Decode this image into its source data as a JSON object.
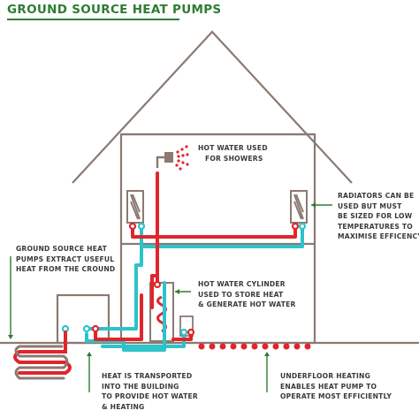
{
  "title": "GROUND SOURCE HEAT PUMPS",
  "labels": {
    "showers": [
      "HOT WATER USED",
      "FOR SHOWERS"
    ],
    "radiators": [
      "RADIATORS CAN BE",
      "USED BUT MUST",
      "BE SIZED FOR LOW",
      "TEMPERATURES TO",
      "MAXIMISE EFFICENCY"
    ],
    "ground": [
      "GROUND SOURCE HEAT",
      "PUMPS EXTRACT USEFUL",
      "HEAT FROM THE CROUND"
    ],
    "cylinder": [
      "HOT WATER CYLINDER",
      "USED TO STORE HEAT",
      "& GENERATE HOT WATER"
    ],
    "transport": [
      "HEAT IS TRANSPORTED",
      "INTO THE BUILDING",
      "TO PROVIDE HOT WATER",
      "& HEATING"
    ],
    "underfloor": [
      "UNDERFLOOR HEATING",
      "ENABLES HEAT PUMP TO",
      "OPERATE MOST EFFICIENTLY"
    ]
  },
  "colors": {
    "title": "#2e7d32",
    "hot_pipe": "#e0252b",
    "cold_pipe": "#2cc3c9",
    "outline": "#8a7a72",
    "leader": "#2e7d32",
    "text": "#3a3a3a"
  }
}
